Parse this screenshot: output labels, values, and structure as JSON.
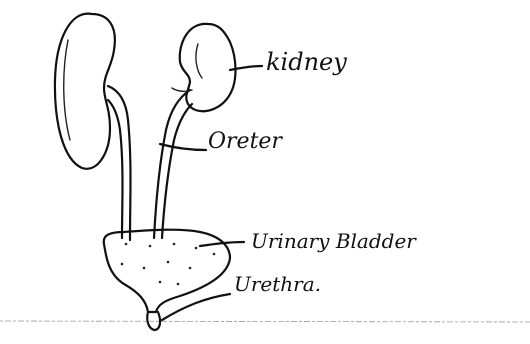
{
  "diagram": {
    "labels": {
      "kidney": "kidney",
      "ureter": "Oreter",
      "bladder": "Urinary Bladder",
      "urethra": "Urethra."
    }
  }
}
